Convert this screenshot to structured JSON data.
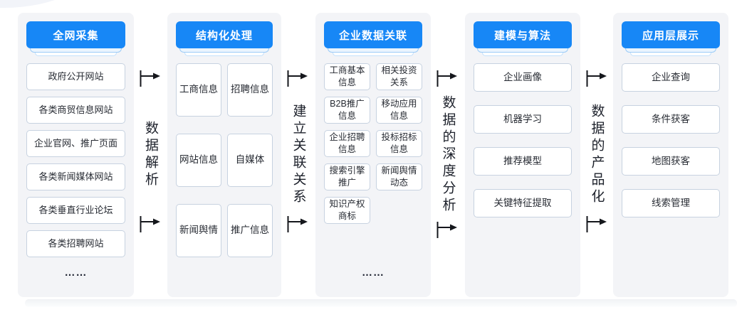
{
  "diagram": {
    "accent_color": "#1787f6",
    "panel_bg": "#f3f4f7",
    "box_border": "#c7d2e0",
    "arrow_color": "#15171c"
  },
  "columns": [
    {
      "title": "全网采集",
      "items": [
        "政府公开网站",
        "各类商贸信息网站",
        "企业官网、推广页面",
        "各类新闻媒体网站",
        "各类垂直行业论坛",
        "各类招聘网站"
      ],
      "ellipsis": "……"
    },
    {
      "title": "结构化处理",
      "items": [
        "工商信息",
        "招聘信息",
        "网站信息",
        "自媒体",
        "新闻舆情",
        "推广信息"
      ]
    },
    {
      "title": "企业数据关联",
      "items": [
        "工商基本\n信息",
        "相关投资\n关系",
        "B2B推广\n信息",
        "移动应用\n信息",
        "企业招聘\n信息",
        "投标招标\n信息",
        "搜索引擎\n推广",
        "新闻舆情\n动态",
        "知识产权\n商标"
      ],
      "ellipsis": "……"
    },
    {
      "title": "建模与算法",
      "items": [
        "企业画像",
        "机器学习",
        "推荐模型",
        "关键特征提取"
      ]
    },
    {
      "title": "应用层展示",
      "items": [
        "企业查询",
        "条件获客",
        "地图获客",
        "线索管理"
      ]
    }
  ],
  "connectors": [
    {
      "label": "数据解析"
    },
    {
      "label": "建立关联关系"
    },
    {
      "label": "数据的深度分析"
    },
    {
      "label": "数据的产品化"
    }
  ]
}
